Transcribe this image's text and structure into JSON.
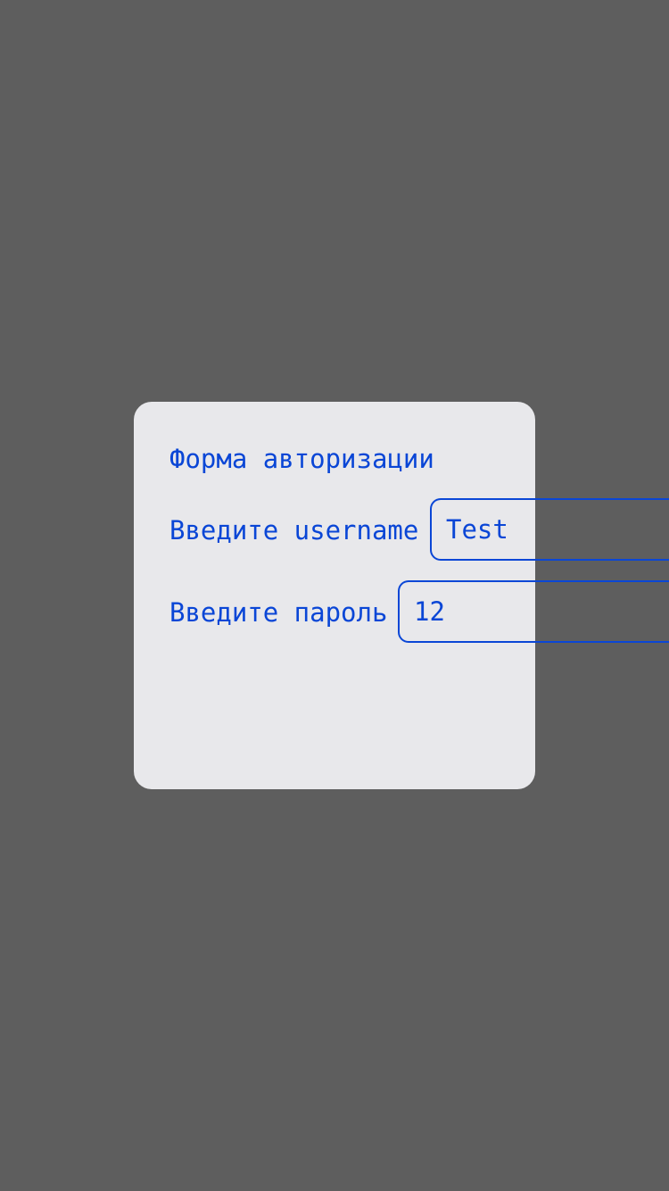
{
  "form": {
    "title": "Форма авторизации",
    "username_label": "Введите username",
    "username_value": "Test",
    "password_label": "Введите пароль",
    "password_value": "12"
  },
  "colors": {
    "background": "#5e5e5e",
    "card": "#e8e8eb",
    "accent": "#0a46d6"
  }
}
